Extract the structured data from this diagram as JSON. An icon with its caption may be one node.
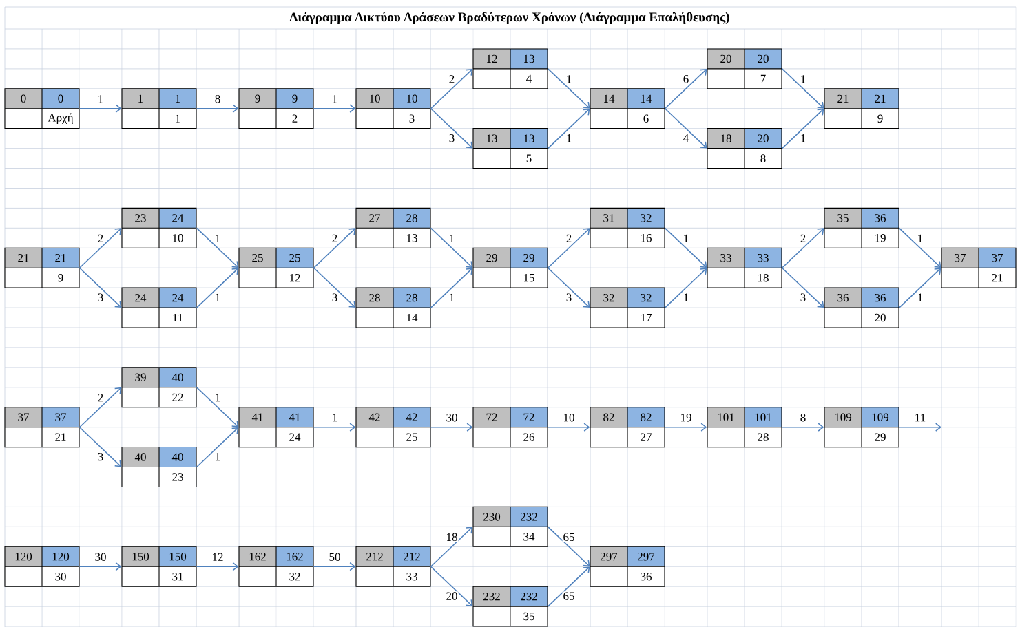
{
  "diagram": {
    "title": "Διάγραμμα Δικτύου Δράσεων Βραδύτερων Χρόνων (Διάγραμμα Επαλήθευσης)",
    "nodes": [
      {
        "text": [
          "0",
          "0",
          "Αρχή"
        ]
      },
      {
        "text": [
          "1",
          "1",
          "1"
        ]
      },
      {
        "text": [
          "9",
          "9",
          "2"
        ]
      },
      {
        "text": [
          "10",
          "10",
          "3"
        ]
      },
      {
        "text": [
          "12",
          "13",
          "4"
        ]
      },
      {
        "text": [
          "13",
          "13",
          "5"
        ]
      },
      {
        "text": [
          "14",
          "14",
          "6"
        ]
      },
      {
        "text": [
          "20",
          "20",
          "7"
        ]
      },
      {
        "text": [
          "18",
          "20",
          "8"
        ]
      },
      {
        "text": [
          "21",
          "21",
          "9"
        ]
      },
      {
        "text": [
          "21",
          "21",
          "9"
        ]
      },
      {
        "text": [
          "23",
          "24",
          "10"
        ]
      },
      {
        "text": [
          "24",
          "24",
          "11"
        ]
      },
      {
        "text": [
          "25",
          "25",
          "12"
        ]
      },
      {
        "text": [
          "27",
          "28",
          "13"
        ]
      },
      {
        "text": [
          "28",
          "28",
          "14"
        ]
      },
      {
        "text": [
          "29",
          "29",
          "15"
        ]
      },
      {
        "text": [
          "31",
          "32",
          "16"
        ]
      },
      {
        "text": [
          "32",
          "32",
          "17"
        ]
      },
      {
        "text": [
          "33",
          "33",
          "18"
        ]
      },
      {
        "text": [
          "35",
          "36",
          "19"
        ]
      },
      {
        "text": [
          "36",
          "36",
          "20"
        ]
      },
      {
        "text": [
          "37",
          "37",
          "21"
        ]
      },
      {
        "text": [
          "37",
          "37",
          "21"
        ]
      },
      {
        "text": [
          "39",
          "40",
          "22"
        ]
      },
      {
        "text": [
          "40",
          "40",
          "23"
        ]
      },
      {
        "text": [
          "41",
          "41",
          "24"
        ]
      },
      {
        "text": [
          "42",
          "42",
          "25"
        ]
      },
      {
        "text": [
          "72",
          "72",
          "26"
        ]
      },
      {
        "text": [
          "82",
          "82",
          "27"
        ]
      },
      {
        "text": [
          "101",
          "101",
          "28"
        ]
      },
      {
        "text": [
          "109",
          "109",
          "29"
        ]
      },
      {
        "text": [
          "120",
          "120",
          "30"
        ]
      },
      {
        "text": [
          "150",
          "150",
          "31"
        ]
      },
      {
        "text": [
          "162",
          "162",
          "32"
        ]
      },
      {
        "text": [
          "212",
          "212",
          "33"
        ]
      },
      {
        "text": [
          "230",
          "232",
          "34"
        ]
      },
      {
        "text": [
          "232",
          "232",
          "35"
        ]
      },
      {
        "text": [
          "297",
          "297",
          "36"
        ]
      }
    ],
    "edges": [
      {
        "from": 0,
        "to": 1,
        "arrow": "to",
        "label": "1"
      },
      {
        "from": 1,
        "to": 2,
        "arrow": "to",
        "label": "8"
      },
      {
        "from": 2,
        "to": 3,
        "arrow": "to",
        "label": "1"
      },
      {
        "from": 3,
        "to": 4,
        "arrow": "to",
        "label": "2"
      },
      {
        "from": 3,
        "to": 5,
        "arrow": "to",
        "label": "3"
      },
      {
        "from": 4,
        "to": 6,
        "arrow": "to",
        "label": "1"
      },
      {
        "from": 5,
        "to": 6,
        "arrow": "to",
        "label": "1"
      },
      {
        "from": 6,
        "to": 7,
        "arrow": "to",
        "label": "6"
      },
      {
        "from": 6,
        "to": 8,
        "arrow": "to",
        "label": "4"
      },
      {
        "from": 7,
        "to": 9,
        "arrow": "to",
        "label": "1"
      },
      {
        "from": 8,
        "to": 9,
        "arrow": "to",
        "label": "1"
      },
      {
        "from": 10,
        "to": 11,
        "arrow": "to",
        "label": "2"
      },
      {
        "from": 10,
        "to": 12,
        "arrow": "to",
        "label": "3"
      },
      {
        "from": 11,
        "to": 13,
        "arrow": "to",
        "label": "1"
      },
      {
        "from": 12,
        "to": 13,
        "arrow": "to",
        "label": "1"
      },
      {
        "from": 13,
        "to": 14,
        "arrow": "to",
        "label": "2"
      },
      {
        "from": 13,
        "to": 15,
        "arrow": "to",
        "label": "3"
      },
      {
        "from": 14,
        "to": 16,
        "arrow": "to",
        "label": "1"
      },
      {
        "from": 15,
        "to": 16,
        "arrow": "to",
        "label": "1"
      },
      {
        "from": 16,
        "to": 17,
        "arrow": "to",
        "label": "2"
      },
      {
        "from": 16,
        "to": 18,
        "arrow": "to",
        "label": "3"
      },
      {
        "from": 17,
        "to": 19,
        "arrow": "to",
        "label": "1"
      },
      {
        "from": 18,
        "to": 19,
        "arrow": "to",
        "label": "1"
      },
      {
        "from": 19,
        "to": 20,
        "arrow": "to",
        "label": "2"
      },
      {
        "from": 19,
        "to": 21,
        "arrow": "to",
        "label": "3"
      },
      {
        "from": 20,
        "to": 22,
        "arrow": "to",
        "label": "1"
      },
      {
        "from": 21,
        "to": 22,
        "arrow": "to",
        "label": "1"
      },
      {
        "from": 23,
        "to": 24,
        "arrow": "to",
        "label": "2"
      },
      {
        "from": 23,
        "to": 25,
        "arrow": "to",
        "label": "3"
      },
      {
        "from": 24,
        "to": 26,
        "arrow": "to",
        "label": "1"
      },
      {
        "from": 25,
        "to": 26,
        "arrow": "to",
        "label": "1"
      },
      {
        "from": 26,
        "to": 27,
        "arrow": "to",
        "label": "1"
      },
      {
        "from": 27,
        "to": 28,
        "arrow": "to",
        "label": "30"
      },
      {
        "from": 28,
        "to": 29,
        "arrow": "to",
        "label": "10"
      },
      {
        "from": 29,
        "to": 30,
        "arrow": "to",
        "label": "19"
      },
      {
        "from": 30,
        "to": 31,
        "arrow": "to",
        "label": "8"
      },
      {
        "from": 31,
        "to": null,
        "arrow": "to",
        "label": "11"
      },
      {
        "from": 32,
        "to": 33,
        "arrow": "to",
        "label": "30"
      },
      {
        "from": 33,
        "to": 34,
        "arrow": "to",
        "label": "12"
      },
      {
        "from": 34,
        "to": 35,
        "arrow": "to",
        "label": "50"
      },
      {
        "from": 35,
        "to": 36,
        "arrow": "to",
        "label": "18"
      },
      {
        "from": 35,
        "to": 37,
        "arrow": "to",
        "label": "20"
      },
      {
        "from": 36,
        "to": 38,
        "arrow": "to",
        "label": "65"
      },
      {
        "from": 37,
        "to": 38,
        "arrow": "to",
        "label": "65"
      }
    ]
  }
}
